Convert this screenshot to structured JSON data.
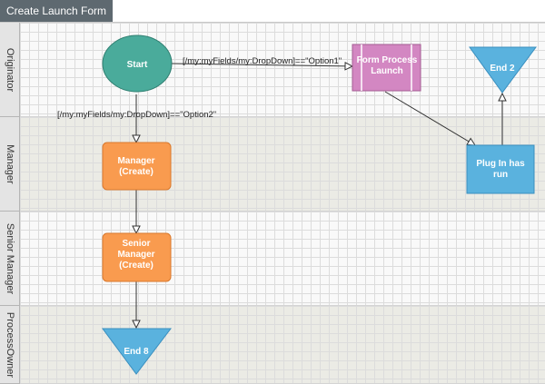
{
  "tab": {
    "label": "Create Launch Form"
  },
  "lanes": [
    {
      "label": "Originator"
    },
    {
      "label": "Manager"
    },
    {
      "label": "Senior Manager"
    },
    {
      "label": "ProcessOwner"
    }
  ],
  "nodes": {
    "start": {
      "line1": "Start"
    },
    "form_process": {
      "line1": "Form Process",
      "line2": "Launch"
    },
    "end2": {
      "line1": "End 2"
    },
    "plugin": {
      "line1": "Plug In has",
      "line2": "run"
    },
    "manager": {
      "line1": "Manager",
      "line2": "(Create)"
    },
    "senior_manager": {
      "line1": "Senior",
      "line2": "Manager",
      "line3": "(Create)"
    },
    "end8": {
      "line1": "End 8"
    }
  },
  "edges": {
    "option1": "[/my:myFields/my:DropDown]==\"Option1\"",
    "option2": "[/my:myFields/my:DropDown]==\"Option2\""
  },
  "colors": {
    "start": "#4aab9b",
    "form_process": "#d387c2",
    "end": "#5ab2de",
    "plugin": "#5ab2de",
    "task": "#f99b4f"
  }
}
